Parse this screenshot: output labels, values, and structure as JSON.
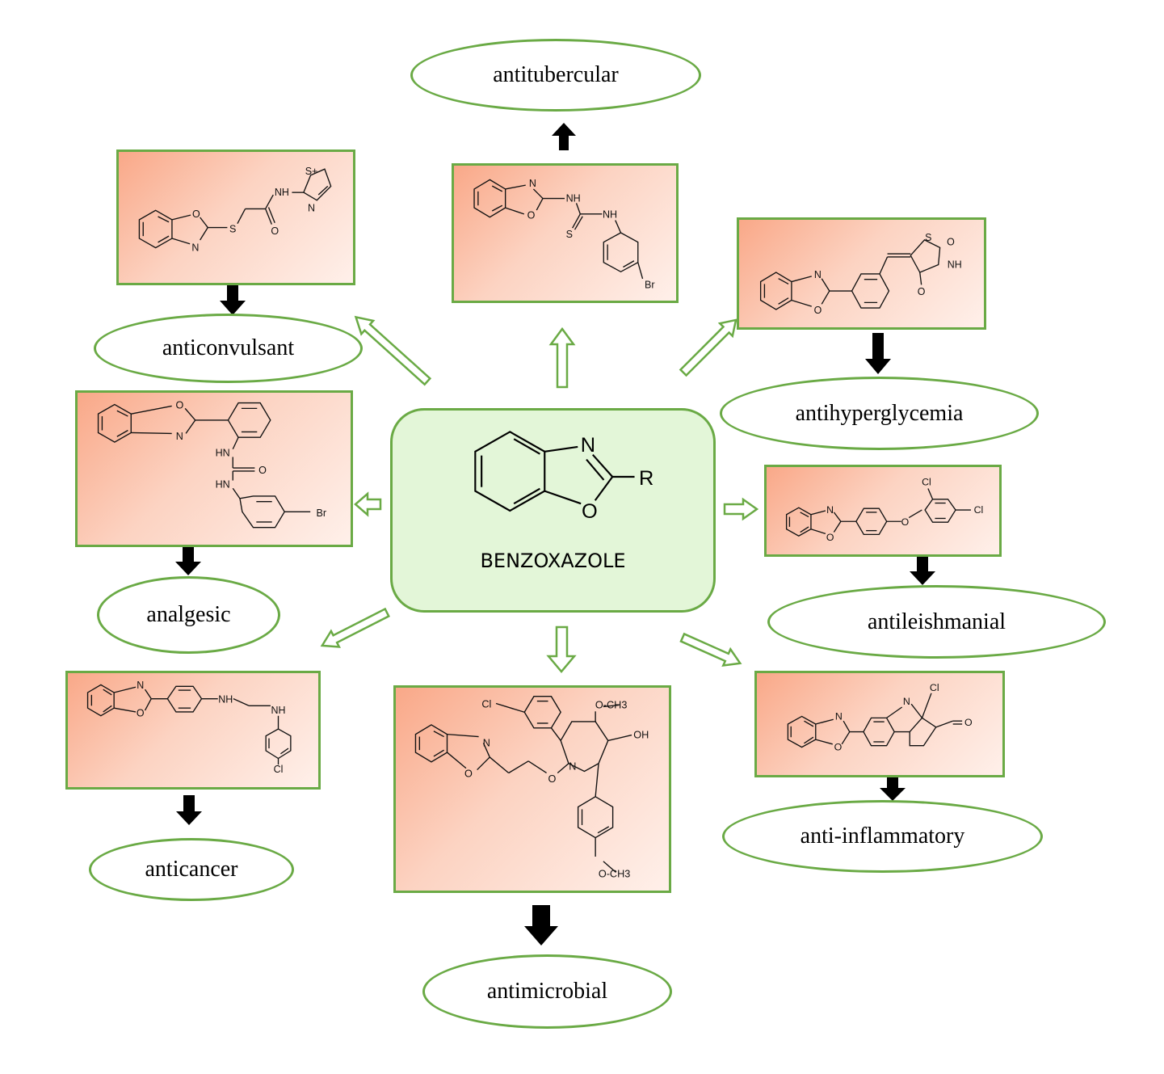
{
  "core": {
    "label": "BENZOXAZOLE",
    "atoms": {
      "n": "N",
      "o": "O",
      "r": "R"
    }
  },
  "activities": [
    {
      "id": "antitubercular",
      "label": "antitubercular"
    },
    {
      "id": "anticonvulsant",
      "label": "anticonvulsant"
    },
    {
      "id": "antihyperglycemia",
      "label": "antihyperglycemia"
    },
    {
      "id": "analgesic",
      "label": "analgesic"
    },
    {
      "id": "antileishmanial",
      "label": "antileishmanial"
    },
    {
      "id": "anticancer",
      "label": "anticancer"
    },
    {
      "id": "antimicrobial",
      "label": "antimicrobial"
    },
    {
      "id": "anti-inflammatory",
      "label": "anti-inflammatory"
    }
  ],
  "structure_labels": {
    "antitubercular": [
      "N",
      "O",
      "NH",
      "NH",
      "S",
      "Br"
    ],
    "anticonvulsant": [
      "O",
      "N",
      "S",
      "NH",
      "O",
      "S+",
      "N"
    ],
    "antihyperglycemia": [
      "N",
      "O",
      "S",
      "O",
      "NH",
      "O"
    ],
    "analgesic": [
      "O",
      "N",
      "HN",
      "O",
      "HN",
      "Br"
    ],
    "antileishmanial": [
      "N",
      "O",
      "O",
      "Cl",
      "Cl"
    ],
    "anticancer": [
      "N",
      "O",
      "NH",
      "NH",
      "Cl"
    ],
    "antimicrobial": [
      "Cl",
      "N",
      "O",
      "O",
      "N",
      "O-CH3",
      "OH",
      "O-CH3"
    ],
    "anti-inflammatory": [
      "N",
      "O",
      "N",
      "Cl",
      "O"
    ]
  },
  "colors": {
    "border": "#6aaa45",
    "center_fill": "#e3f6d8",
    "card_gradient": [
      "#f9a888",
      "#fcd3c2",
      "#fff0ea"
    ],
    "solid_arrow": "#000000",
    "hollow_arrow": "#6aaa45"
  }
}
